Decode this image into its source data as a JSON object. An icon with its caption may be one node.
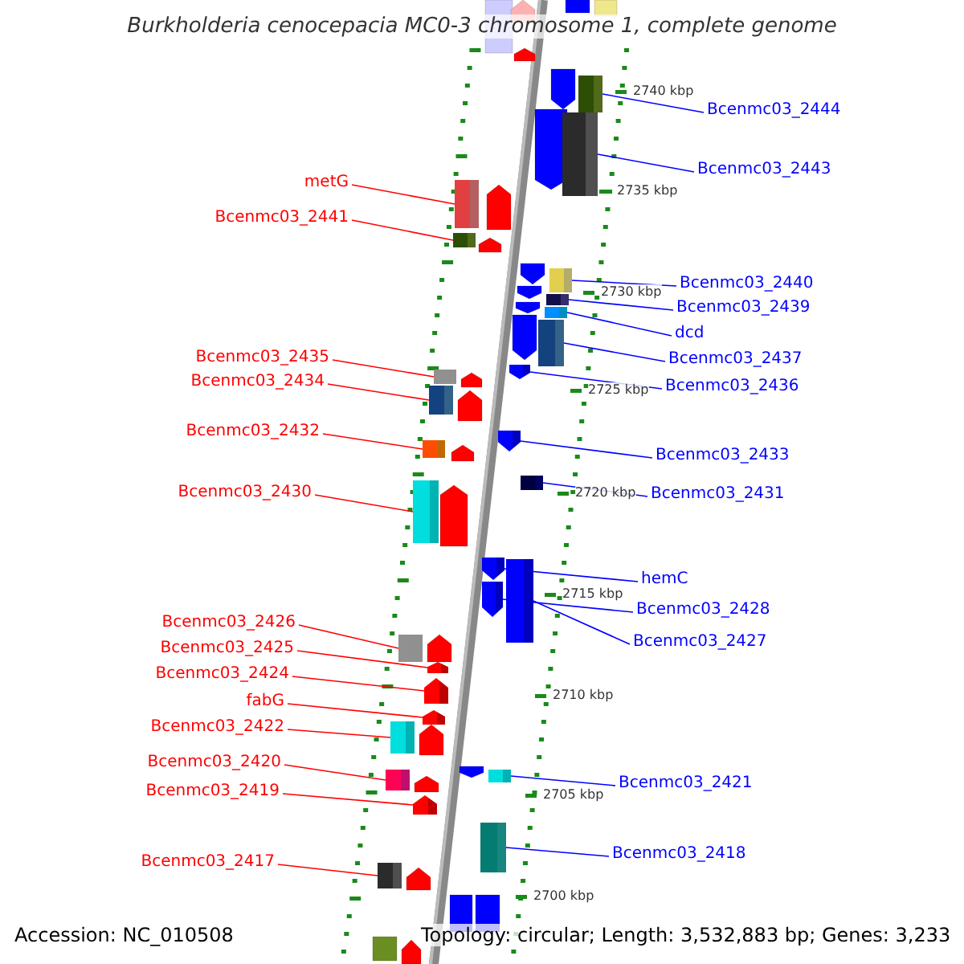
{
  "diagram": {
    "title": "Burkholderia cenocepacia MC0-3 chromosome 1, complete genome",
    "nodes": [
      {
        "text": [
          "metG"
        ]
      },
      {
        "text": [],
        "shape": "box"
      },
      {
        "text": [
          "Bcenmc03_2441"
        ]
      },
      {
        "text": [],
        "shape": "box"
      },
      {
        "text": [
          "Bcenmc03_2435"
        ]
      },
      {
        "text": [],
        "shape": "box"
      },
      {
        "text": [
          "Bcenmc03_2434"
        ]
      },
      {
        "text": [],
        "shape": "box"
      },
      {
        "text": [
          "Bcenmc03_2432"
        ]
      },
      {
        "text": [],
        "shape": "box"
      },
      {
        "text": [
          "Bcenmc03_2430"
        ]
      },
      {
        "text": [],
        "shape": "box"
      },
      {
        "text": [
          "Bcenmc03_2426"
        ]
      },
      {
        "text": [],
        "shape": "box"
      },
      {
        "text": [
          "Bcenmc03_2425"
        ]
      },
      {
        "text": [],
        "shape": "pentagon"
      },
      {
        "text": [
          "Bcenmc03_2424"
        ]
      },
      {
        "text": [],
        "shape": "pentagon"
      },
      {
        "text": [
          "fabG"
        ]
      },
      {
        "text": [],
        "shape": "pentagon"
      },
      {
        "text": [
          "Bcenmc03_2422"
        ]
      },
      {
        "text": [],
        "shape": "box"
      },
      {
        "text": [
          "Bcenmc03_2420"
        ]
      },
      {
        "text": [],
        "shape": "box"
      },
      {
        "text": [
          "Bcenmc03_2419"
        ]
      },
      {
        "text": [],
        "shape": "pentagon"
      },
      {
        "text": [
          "Bcenmc03_2417"
        ]
      },
      {
        "text": [],
        "shape": "box"
      },
      {
        "text": [
          "Bcenmc03_2444"
        ]
      },
      {
        "text": [],
        "shape": "box"
      },
      {
        "text": [
          "Bcenmc03_2443"
        ]
      },
      {
        "text": [],
        "shape": "box"
      },
      {
        "text": [
          "Bcenmc03_2440"
        ]
      },
      {
        "text": [],
        "shape": "box"
      },
      {
        "text": [
          "Bcenmc03_2439"
        ]
      },
      {
        "text": [],
        "shape": "box"
      },
      {
        "text": [
          "dcd"
        ]
      },
      {
        "text": [],
        "shape": "box"
      },
      {
        "text": [
          "Bcenmc03_2437"
        ]
      },
      {
        "text": [],
        "shape": "box"
      },
      {
        "text": [
          "Bcenmc03_2436"
        ]
      },
      {
        "text": [],
        "shape": "pentagon"
      },
      {
        "text": [
          "Bcenmc03_2433"
        ]
      },
      {
        "text": [],
        "shape": "pentagon"
      },
      {
        "text": [
          "Bcenmc03_2431"
        ]
      },
      {
        "text": [],
        "shape": "box"
      },
      {
        "text": [
          "hemC"
        ]
      },
      {
        "text": [],
        "shape": "pentagon"
      },
      {
        "text": [
          "Bcenmc03_2428"
        ]
      },
      {
        "text": [],
        "shape": "pentagon"
      },
      {
        "text": [
          "Bcenmc03_2427"
        ]
      },
      {
        "text": [],
        "shape": "box"
      },
      {
        "text": [
          "Bcenmc03_2421"
        ]
      },
      {
        "text": [],
        "shape": "box"
      },
      {
        "text": [
          "Bcenmc03_2418"
        ]
      },
      {
        "text": [],
        "shape": "box"
      }
    ],
    "edges": [
      {
        "from": 0,
        "to": 1,
        "arrow": "none",
        "color": "#ff0000"
      },
      {
        "from": 2,
        "to": 3,
        "arrow": "none",
        "color": "#ff0000"
      },
      {
        "from": 4,
        "to": 5,
        "arrow": "none",
        "color": "#ff0000"
      },
      {
        "from": 6,
        "to": 7,
        "arrow": "none",
        "color": "#ff0000"
      },
      {
        "from": 8,
        "to": 9,
        "arrow": "none",
        "color": "#ff0000"
      },
      {
        "from": 10,
        "to": 11,
        "arrow": "none",
        "color": "#ff0000"
      },
      {
        "from": 12,
        "to": 13,
        "arrow": "none",
        "color": "#ff0000"
      },
      {
        "from": 14,
        "to": 15,
        "arrow": "none",
        "color": "#ff0000"
      },
      {
        "from": 16,
        "to": 17,
        "arrow": "none",
        "color": "#ff0000"
      },
      {
        "from": 18,
        "to": 19,
        "arrow": "none",
        "color": "#ff0000"
      },
      {
        "from": 20,
        "to": 21,
        "arrow": "none",
        "color": "#ff0000"
      },
      {
        "from": 22,
        "to": 23,
        "arrow": "none",
        "color": "#ff0000"
      },
      {
        "from": 24,
        "to": 25,
        "arrow": "none",
        "color": "#ff0000"
      },
      {
        "from": 26,
        "to": 27,
        "arrow": "none",
        "color": "#ff0000"
      },
      {
        "from": 28,
        "to": 29,
        "arrow": "none",
        "color": "#0000ff"
      },
      {
        "from": 30,
        "to": 31,
        "arrow": "none",
        "color": "#0000ff"
      },
      {
        "from": 32,
        "to": 33,
        "arrow": "none",
        "color": "#0000ff"
      },
      {
        "from": 34,
        "to": 35,
        "arrow": "none",
        "color": "#0000ff"
      },
      {
        "from": 36,
        "to": 37,
        "arrow": "none",
        "color": "#0000ff"
      },
      {
        "from": 38,
        "to": 39,
        "arrow": "none",
        "color": "#0000ff"
      },
      {
        "from": 40,
        "to": 41,
        "arrow": "none",
        "color": "#0000ff"
      },
      {
        "from": 42,
        "to": 43,
        "arrow": "none",
        "color": "#0000ff"
      },
      {
        "from": 44,
        "to": 45,
        "arrow": "none",
        "color": "#0000ff"
      },
      {
        "from": 46,
        "to": 47,
        "arrow": "none",
        "color": "#0000ff"
      },
      {
        "from": 48,
        "to": 49,
        "arrow": "none",
        "color": "#0000ff"
      },
      {
        "from": 50,
        "to": 51,
        "arrow": "none",
        "color": "#0000ff"
      },
      {
        "from": 52,
        "to": 53,
        "arrow": "none",
        "color": "#0000ff"
      },
      {
        "from": 54,
        "to": 55,
        "arrow": "none",
        "color": "#0000ff"
      }
    ],
    "labels": [
      "2740 kbp",
      "2735 kbp",
      "2730 kbp",
      "2725 kbp",
      "2720 kbp",
      "2715 kbp",
      "2710 kbp",
      "2705 kbp",
      "2700 kbp",
      "Accession: NC_010508",
      "Topology: circular; Length: 3,532,883 bp; Genes: 3,233"
    ]
  }
}
